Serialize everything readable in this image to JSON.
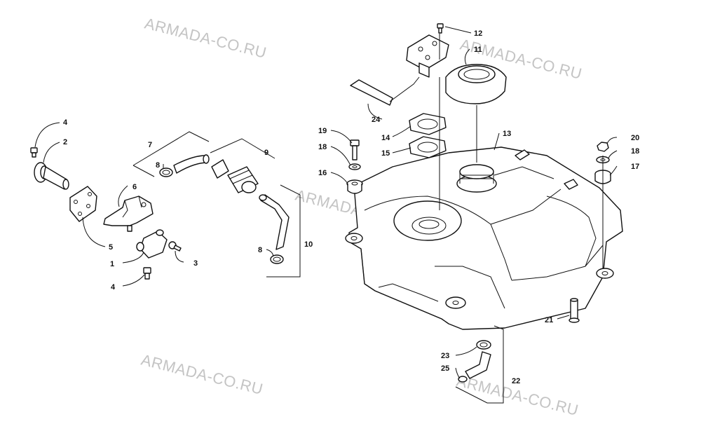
{
  "watermark": "ARMADA-CO.RU",
  "callouts": {
    "c1": "1",
    "c2": "2",
    "c3": "3",
    "c4a": "4",
    "c4b": "4",
    "c5": "5",
    "c6": "6",
    "c7": "7",
    "c8a": "8",
    "c8b": "8",
    "c9": "9",
    "c10": "10",
    "c11": "11",
    "c12": "12",
    "c13": "13",
    "c14": "14",
    "c15": "15",
    "c16": "16",
    "c17": "17",
    "c18a": "18",
    "c18b": "18",
    "c19": "19",
    "c20": "20",
    "c21": "21",
    "c22": "22",
    "c23": "23",
    "c24": "24",
    "c25": "25"
  }
}
